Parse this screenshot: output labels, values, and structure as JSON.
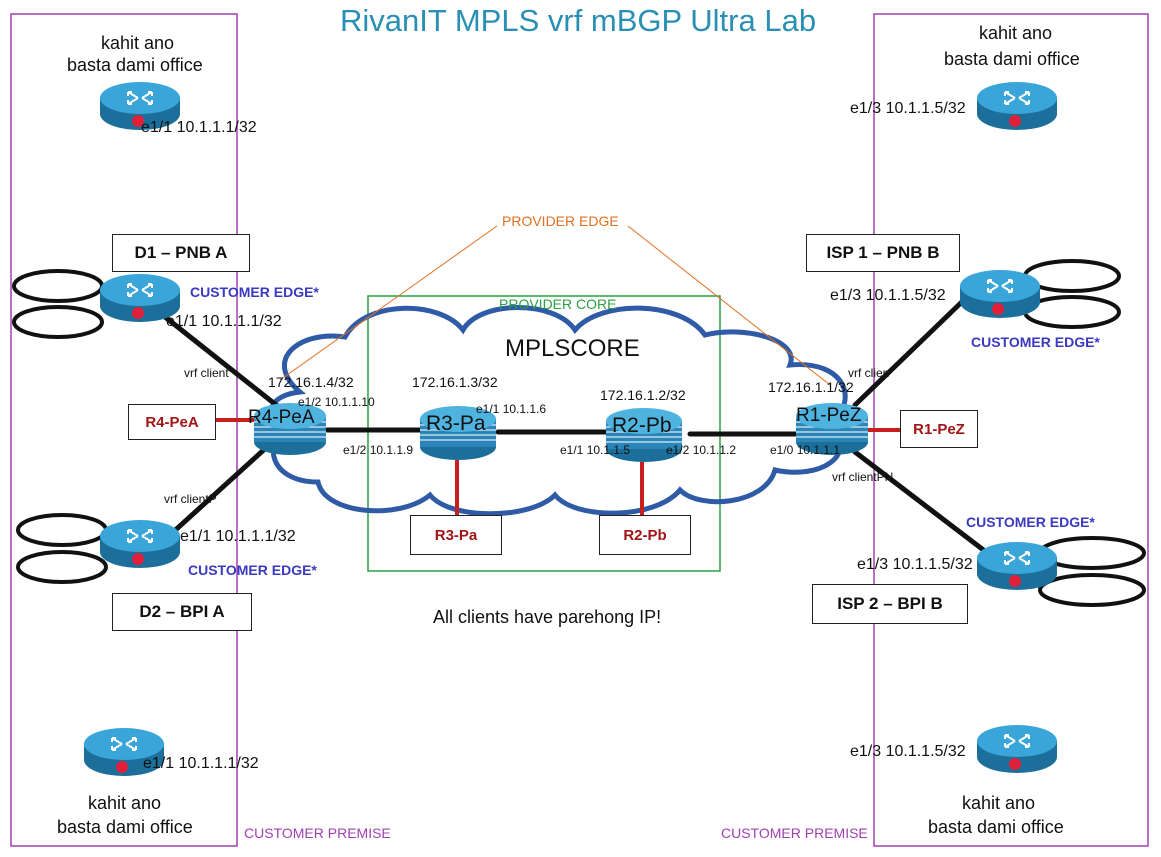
{
  "title": "RivanIT MPLS vrf mBGP Ultra Lab",
  "cloud_label": "MPLSCORE",
  "provider_edge_label": "PROVIDER EDGE",
  "provider_core_label": "PROVIDER CORE",
  "customer_premise_label": "CUSTOMER PREMISE",
  "customer_edge_label": "CUSTOMER EDGE*",
  "note": "All clients have parehong IP!",
  "offices": {
    "line1": "kahit ano",
    "line2": "basta dami office"
  },
  "customer_boxes": {
    "d1": "D1 – PNB A",
    "d2": "D2 – BPI A",
    "isp1": "ISP 1 – PNB B",
    "isp2": "ISP 2 – BPI B"
  },
  "router_boxes": {
    "r4": "R4-PeA",
    "r3": "R3-Pa",
    "r2": "R2-Pb",
    "r1": "R1-PeZ"
  },
  "router_names": {
    "r4": "R4-PeA",
    "r3": "R3-Pa",
    "r2": "R2-Pb",
    "r1": "R1-PeZ"
  },
  "interfaces": {
    "left_office_top": "e1/1 10.1.1.1/32",
    "left_d1": "e1/1 10.1.1.1/32",
    "left_d2": "e1/1 10.1.1.1/32",
    "left_office_bottom": "e1/1 10.1.1.1/32",
    "right_office_top": "e1/3 10.1.1.5/32",
    "right_isp1": "e1/3 10.1.1.5/32",
    "right_isp2": "e1/3 10.1.1.5/32",
    "right_office_bottom": "e1/3 10.1.1.5/32",
    "r4_loopback": "172.16.1.4/32",
    "r4_e12": "e1/2 10.1.1.10",
    "r3_loopback": "172.16.1.3/32",
    "r3_e11": "e1/1 10.1.1.6",
    "r3_e12": "e1/2 10.1.1.9",
    "r2_loopback": "172.16.1.2/32",
    "r2_e11": "e1/1 10.1.1.5",
    "r2_e12": "e1/2 10.1.1.2",
    "r1_loopback": "172.16.1.1/32",
    "r1_e10": "e1/0 10.1.1.1"
  },
  "vrf_labels": {
    "r4_top": "vrf client",
    "r4_bottom": "vrf clientP",
    "r1_top": "vrf clien",
    "r1_bottom": "vrf clientPN"
  },
  "colors": {
    "title": "#2a8fb5",
    "premise_border": "#a040b0",
    "provider_edge": "#e07020",
    "provider_core": "#2aa040",
    "cloud": "#2f5aa6",
    "router_red": "#c81e1e",
    "customer_edge": "#3a3ac0"
  }
}
